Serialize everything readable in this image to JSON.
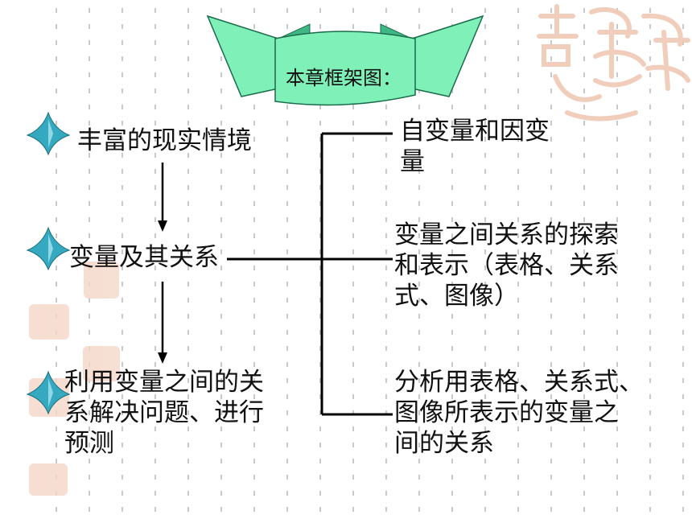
{
  "title": "本章框架图：",
  "left_nodes": [
    {
      "id": "situation",
      "text": "丰富的现实情境"
    },
    {
      "id": "variables",
      "text": "变量及其关系"
    },
    {
      "id": "application",
      "line1": "利用变量之间的关",
      "line2": "系解决问题、进行",
      "line3": "预测"
    }
  ],
  "right_nodes": [
    {
      "id": "independent",
      "line1": "自变量和因变",
      "line2": "量"
    },
    {
      "id": "explore",
      "line1": "变量之间关系的探索",
      "line2": "和表示（表格、关系",
      "line3": "式、图像）"
    },
    {
      "id": "analyze",
      "line1": "分析用表格、关系式、",
      "line2": "图像所表示的变量之",
      "line3": "间的关系"
    }
  ],
  "colors": {
    "banner_fill": "#7ff0b8",
    "banner_shade": "#3fb784",
    "star": "#34a9c0",
    "decor": "#f0c9b4",
    "dots": "#c9c9c9"
  },
  "icons": [
    "star-bullet-icon",
    "auspicious-seal-logo"
  ]
}
